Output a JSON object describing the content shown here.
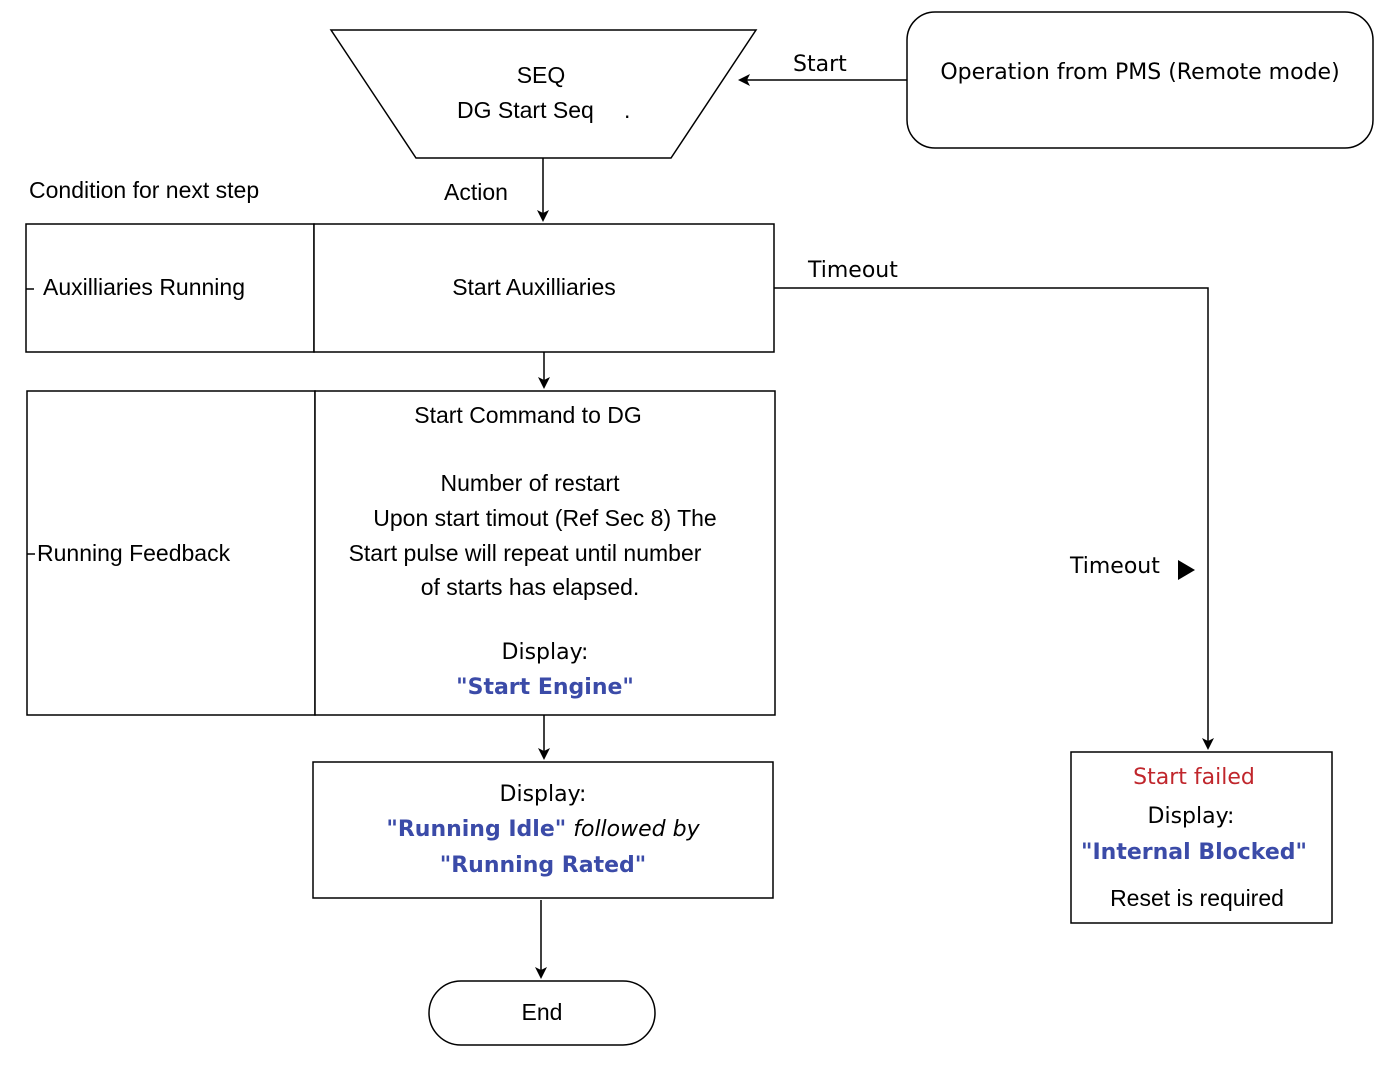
{
  "seq_block": {
    "line1": "SEQ",
    "line2": "DG Start Seq",
    "dot": "."
  },
  "remote_box": {
    "label": "Operation from PMS (Remote mode)"
  },
  "labels": {
    "start": "Start",
    "action": "Action",
    "condition": "Condition for next step",
    "timeout_top": "Timeout",
    "timeout_side": "Timeout"
  },
  "row1": {
    "condition": "Auxilliaries Running",
    "action": "Start Auxilliaries"
  },
  "row2": {
    "condition": "Running Feedback",
    "action_title": "Start Command to DG",
    "line1": "Number of restart",
    "line2": "Upon start timout (Ref Sec 8) The",
    "line3": "Start pulse will repeat until number",
    "line4": "of starts has elapsed.",
    "display_label": "Display:",
    "display_value": "\"Start Engine\""
  },
  "running_box": {
    "display_label": "Display:",
    "value1": "\"Running Idle\"",
    "followed_by": "followed by",
    "value2": "\"Running Rated\""
  },
  "end": {
    "label": "End"
  },
  "failed_box": {
    "title": "Start failed",
    "display_label": "Display:",
    "value": "\"Internal Blocked\"",
    "note": "Reset is required"
  },
  "colors": {
    "blue": "#3b4ba8",
    "red": "#c0262c",
    "stroke": "#000000"
  }
}
